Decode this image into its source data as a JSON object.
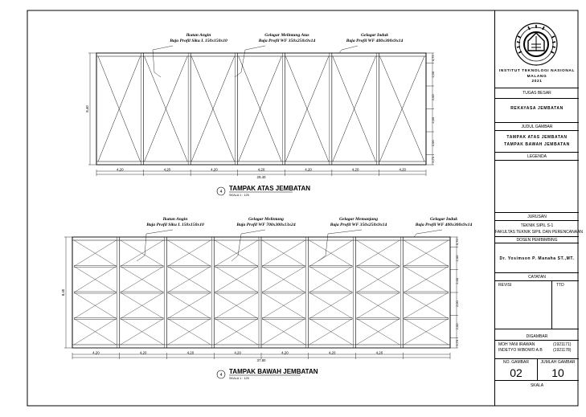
{
  "top_view": {
    "annotations": [
      {
        "name": "Ikatan Angin",
        "profile": "Baja Profil Siku L 150x150x10"
      },
      {
        "name": "Gelagar Melintang Atas",
        "profile": "Baja Profil WF 350x250x9x14"
      },
      {
        "name": "Gelagar Induk",
        "profile": "Baja Profil WF 400x300x9x14"
      }
    ],
    "bay_labels": [
      "4,20",
      "4,20",
      "4,20",
      "4,20",
      "4,20",
      "4,20",
      "4,20"
    ],
    "total_label": "29,40",
    "height_label": "8,40",
    "side_labels": [
      "0,75",
      "2,00",
      "2,00",
      "2,00",
      "2,00",
      "0,75"
    ],
    "number": "4",
    "title": "TAMPAK ATAS JEMBATAN",
    "scale": "SKALA 1 : 125"
  },
  "bottom_view": {
    "annotations": [
      {
        "name": "Ikatan Angin",
        "profile": "Baja Profil Siku L 150x150x10"
      },
      {
        "name": "Gelagar Melintang",
        "profile": "Baja Profil WF 700x300x13x24"
      },
      {
        "name": "Gelagar Memanjang",
        "profile": "Baja Profil WF 350x250x9x14"
      },
      {
        "name": "Gelagar Induk",
        "profile": "Baja Profil WF 400x300x9x14"
      }
    ],
    "bay_labels": [
      "4,20",
      "4,20",
      "4,20",
      "4,20",
      "4,20",
      "4,20",
      "4,20"
    ],
    "total_label": "37,80",
    "height_label": "8,40",
    "side_labels": [
      "0,70",
      "2,00",
      "2,00",
      "2,00",
      "2,00",
      "0,70"
    ],
    "number": "4",
    "title": "TAMPAK BAWAH JEMBATAN",
    "scale": "SKALA 1 : 125"
  },
  "title_block": {
    "institute": "INSTITUT TEKNOLOGI NASIONAL",
    "city": "MALANG",
    "year": "2021",
    "assignment": "TUGAS BESAR",
    "course": "REKAYASA JEMBATAN",
    "drawing_title_label": "JUDUL GAMBAR",
    "drawing_title_1": "TAMPAK ATAS JEMBATAN",
    "drawing_title_2": "TAMPAK BAWAH JEMBATAN",
    "legend_label": "LEGENDA",
    "department_label": "JURUSAN",
    "department": "TEKNIK SIPIL S-1",
    "faculty": "FAKULTAS TEKNIK SIPIL DAN PERENCANAAN",
    "supervisor_label": "DOSEN PEMBIMBING",
    "supervisor": "Dr. Yosimson P. Manaha ST.,MT.",
    "notes_label": "CATATAN",
    "revision_label": "REVISI",
    "signature_label": "TTD",
    "drawn_by_label": "DIGAMBAR",
    "drawers": [
      {
        "name": "MOH YANI IRAWAN",
        "id": "(1921171)"
      },
      {
        "name": "INDETYO WIBOWO A.B",
        "id": "(1921178)"
      }
    ],
    "sheet_no_label": "NO. GAMBAR",
    "sheet_count_label": "JUMLAH GAMBAR",
    "sheet_no": "02",
    "sheet_count": "10",
    "scale_label": "SKALA"
  }
}
